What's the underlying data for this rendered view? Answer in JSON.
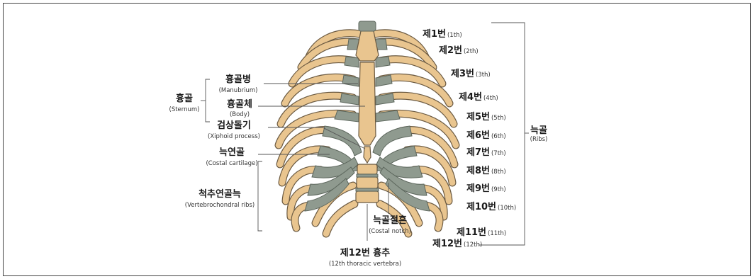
{
  "labels": {
    "sternum": {
      "ko": "흉골",
      "en": "(Sternum)"
    },
    "manubrium": {
      "ko": "흉골병",
      "en": "(Manubrium)"
    },
    "body": {
      "ko": "흉골체",
      "en": "(Body)"
    },
    "xiphoid": {
      "ko": "검상돌기",
      "en": "(Xiphoid process)"
    },
    "costal_cartilage": {
      "ko": "늑연골",
      "en": "(Costal cartilage)"
    },
    "vertebrochondral": {
      "ko": "척추연골늑",
      "en": "(Vertebrochondral ribs)"
    },
    "costal_notch": {
      "ko": "늑골절흔",
      "en": "(Costal notch)"
    },
    "t12": {
      "ko": "제12번 흉추",
      "en": "(12th thoracic vertebra)"
    },
    "ribs": {
      "ko": "늑골",
      "en": "(Ribs)"
    }
  },
  "rib_numbers": [
    {
      "ko": "제1번",
      "en": "(1th)"
    },
    {
      "ko": "제2번",
      "en": "(2th)"
    },
    {
      "ko": "제3번",
      "en": "(3th)"
    },
    {
      "ko": "제4번",
      "en": "(4th)"
    },
    {
      "ko": "제5번",
      "en": "(5th)"
    },
    {
      "ko": "제6번",
      "en": "(6th)"
    },
    {
      "ko": "제7번",
      "en": "(7th)"
    },
    {
      "ko": "제8번",
      "en": "(8th)"
    },
    {
      "ko": "제9번",
      "en": "(9th)"
    },
    {
      "ko": "제10번",
      "en": "(10th)"
    },
    {
      "ko": "제11번",
      "en": "(11th)"
    },
    {
      "ko": "제12번",
      "en": "(12th)"
    }
  ],
  "colors": {
    "bone": "#e9c58f",
    "bone_outline": "#6b5a42",
    "cartilage": "#8f9a8f",
    "leader": "#555555"
  }
}
